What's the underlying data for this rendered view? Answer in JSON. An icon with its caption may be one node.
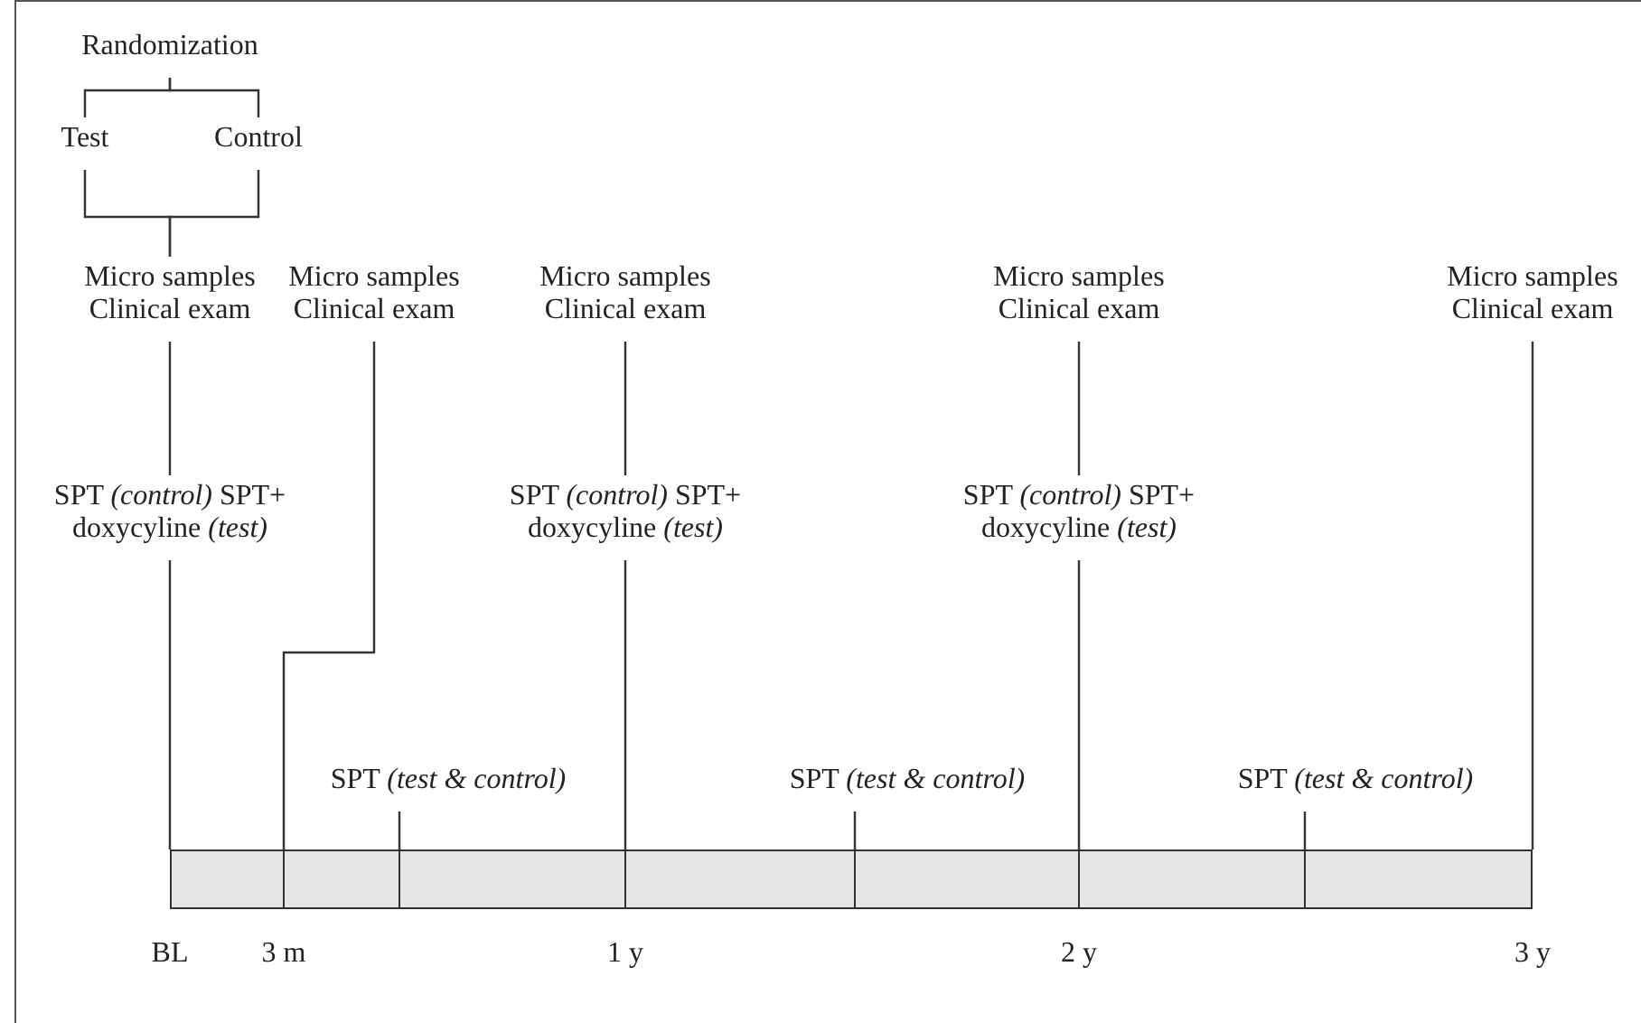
{
  "diagram": {
    "nodes": [
      {
        "text": [
          "Randomization"
        ]
      },
      {
        "text": [
          "Test"
        ]
      },
      {
        "text": [
          "Control"
        ]
      },
      {
        "text": [
          "Micro samples Clinical exam"
        ]
      },
      {
        "text": [
          "SPT *(control)* SPT+ doxycyline *(test)*"
        ]
      },
      {
        "text": [
          "Micro samples Clinical exam"
        ]
      },
      {
        "text": [
          "Micro samples Clinical exam"
        ]
      },
      {
        "text": [
          "SPT *(control)* SPT+ doxycyline *(test)*"
        ]
      },
      {
        "text": [
          "Micro samples Clinical exam"
        ]
      },
      {
        "text": [
          "SPT *(control)* SPT+ doxycyline *(test)*"
        ]
      },
      {
        "text": [
          "Micro samples Clinical exam"
        ]
      },
      {
        "text": [
          "SPT *(test & control)*"
        ]
      },
      {
        "text": [
          "SPT *(test & control)*"
        ]
      },
      {
        "text": [
          "SPT *(test & control)*"
        ]
      },
      {
        "text": [],
        "shape": "bar"
      }
    ],
    "edges": [
      {
        "from": 0,
        "to": 1,
        "arrow": "none"
      },
      {
        "from": 0,
        "to": 2,
        "arrow": "none"
      },
      {
        "from": 1,
        "to": 3,
        "arrow": "none"
      },
      {
        "from": 2,
        "to": 3,
        "arrow": "none"
      },
      {
        "from": 3,
        "to": 4,
        "arrow": "none"
      },
      {
        "from": 4,
        "to": 14,
        "arrow": "none"
      },
      {
        "from": 5,
        "to": 14,
        "arrow": "none"
      },
      {
        "from": 6,
        "to": 7,
        "arrow": "none"
      },
      {
        "from": 7,
        "to": 14,
        "arrow": "none"
      },
      {
        "from": 8,
        "to": 9,
        "arrow": "none"
      },
      {
        "from": 9,
        "to": 14,
        "arrow": "none"
      },
      {
        "from": 10,
        "to": 14,
        "arrow": "none"
      },
      {
        "from": 11,
        "to": 14,
        "arrow": "none"
      },
      {
        "from": 12,
        "to": 14,
        "arrow": "none"
      },
      {
        "from": 13,
        "to": 14,
        "arrow": "none"
      }
    ],
    "labels": [
      "BL",
      "3 m",
      "1 y",
      "2 y",
      "3 y"
    ]
  }
}
